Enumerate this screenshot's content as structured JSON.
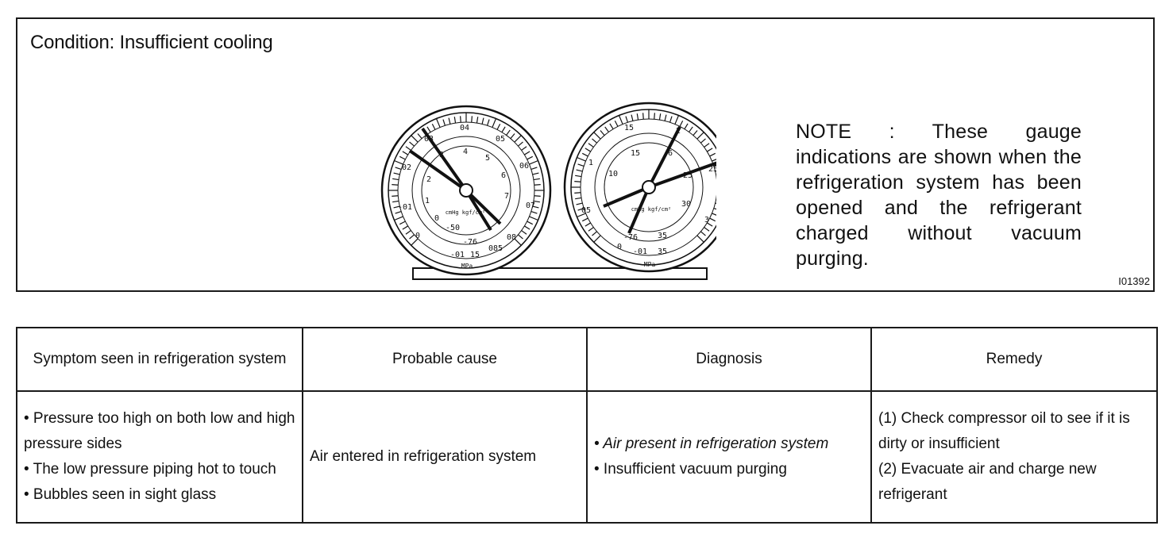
{
  "figure": {
    "condition": "Condition: Insufficient cooling",
    "note_label": "NOTE :",
    "note_text": "These gauge indications are shown when the refrigeration system has been opened and the refrigerant charged without vacuum purging.",
    "figure_id": "I01392",
    "low_gauge": {
      "outer_ticks": [
        "02",
        "03",
        "04",
        "05",
        "06",
        "07",
        "08",
        "-01",
        "0"
      ],
      "inner_ticks": [
        "2",
        "3",
        "4",
        "5",
        "6",
        "7",
        "1",
        "0",
        "-50",
        "-76"
      ],
      "unit_inner": "cmHg kgf/cm²",
      "bottom_scale": [
        "-01",
        "15",
        "085"
      ],
      "unit": "MPa"
    },
    "high_gauge": {
      "outer_ticks": [
        "15",
        "2",
        "25",
        "3",
        "1",
        "05"
      ],
      "inner_ticks": [
        "15",
        "6",
        "10",
        "25",
        "30",
        "-76",
        "35"
      ],
      "unit_inner": "cmHg kgf/cm²",
      "bottom_scale": [
        "0",
        "-01",
        "35"
      ],
      "unit": "MPa"
    }
  },
  "table": {
    "headers": [
      "Symptom seen in refrigeration system",
      "Probable cause",
      "Diagnosis",
      "Remedy"
    ],
    "symptoms": [
      "• Pressure too high on both low and high pressure sides",
      "• The low pressure piping hot to touch",
      "• Bubbles seen in sight glass"
    ],
    "cause": "Air entered in refrigeration system",
    "diagnosis": [
      "• Air present in refrigeration system",
      "• Insufficient vacuum purging"
    ],
    "remedy": [
      "(1) Check compressor oil to see if it is dirty or insufficient",
      "(2) Evacuate air and charge new refrigerant"
    ]
  }
}
